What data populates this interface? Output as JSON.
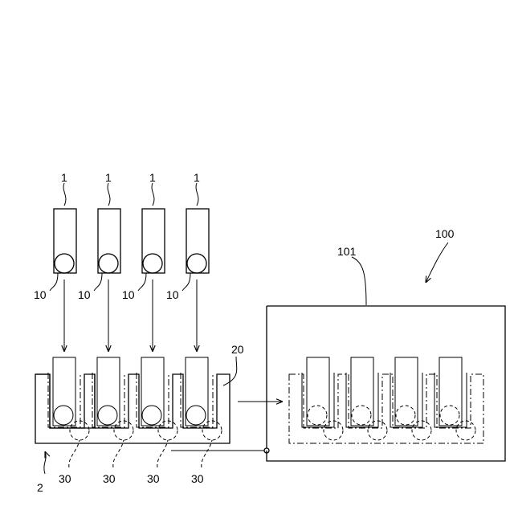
{
  "labels": {
    "tube": "1",
    "sample": "10",
    "rack": "20",
    "rack_group": "2",
    "bottom": "30",
    "apparatus": "100",
    "housing": "101"
  }
}
